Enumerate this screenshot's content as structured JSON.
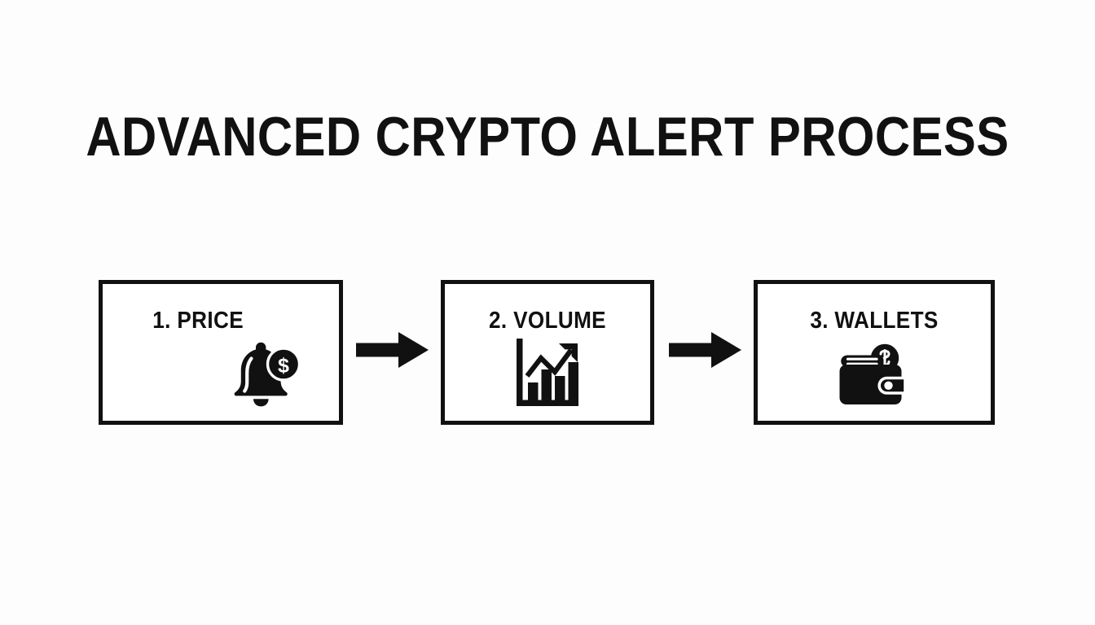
{
  "page": {
    "title": "ADVANCED CRYPTO ALERT PROCESS",
    "background_color": "#fdfdfd",
    "ink_color": "#111111"
  },
  "diagram": {
    "type": "horizontal-flow",
    "step_count": 3,
    "steps": [
      {
        "id": "price",
        "label": "1. PRICE",
        "number": "1",
        "name": "PRICE",
        "icon": "bell-dollar-icon"
      },
      {
        "id": "volume",
        "label": "2. VOLUME",
        "number": "2",
        "name": "VOLUME",
        "icon": "bar-chart-trend-up-icon"
      },
      {
        "id": "wallets",
        "label": "3. WALLETS",
        "number": "3",
        "name": "WALLETS",
        "icon": "wallet-coin-icon"
      }
    ],
    "connectors": [
      {
        "id": "connector-1",
        "icon": "arrow-right-icon",
        "from": "price",
        "to": "volume"
      },
      {
        "id": "connector-2",
        "icon": "arrow-right-icon",
        "from": "volume",
        "to": "wallets"
      }
    ]
  }
}
